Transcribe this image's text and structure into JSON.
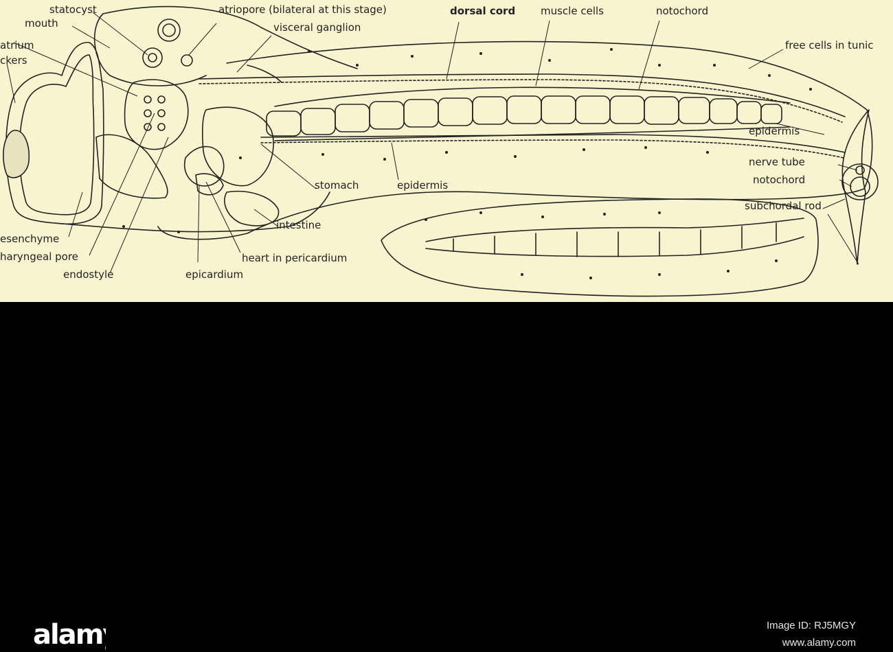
{
  "labels": {
    "statocyst": "statocyst",
    "mouth": "mouth",
    "atrium": "atrium",
    "suckers": "ckers",
    "atriopore": "atriopore (bilateral at this stage)",
    "visceral_ganglion": "visceral ganglion",
    "dorsal_cord": "dorsal cord",
    "muscle_cells": "muscle cells",
    "notochord_top": "notochord",
    "free_cells": "free cells in tunic",
    "epidermis_right": "epidermis",
    "nerve_tube": "nerve tube",
    "notochord_right": "notochord",
    "subchordal_rod": "subchordal rod",
    "stomach": "stomach",
    "epidermis_mid": "epidermis",
    "intestine": "intestine",
    "heart": "heart in pericardium",
    "epicardium": "epicardium",
    "mesenchyme": "esenchyme",
    "pharyngeal_pore": "haryngeal pore",
    "endostyle": "endostyle"
  },
  "footer": {
    "brand_name": "alamy",
    "image_id": "Image ID: RJ5MGY",
    "site_url": "www.alamy.com"
  },
  "colors": {
    "plate_background": "#f8f4cf",
    "ink": "#222222",
    "footer_background": "#000000",
    "footer_text": "#e6e6e6"
  }
}
